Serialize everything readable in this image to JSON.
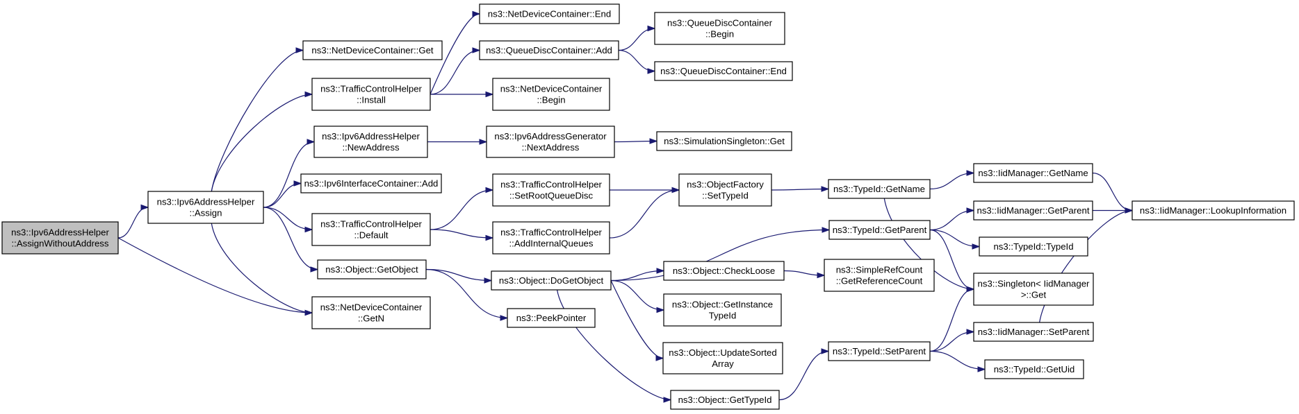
{
  "colors": {
    "edge": "#191970",
    "root_fill": "#bfbfbf",
    "node_fill": "#ffffff",
    "node_border": "#000000"
  },
  "nodes": [
    {
      "id": "root",
      "lines": [
        "ns3::Ipv6AddressHelper",
        "::AssignWithoutAddress"
      ],
      "root": true
    },
    {
      "id": "assign",
      "lines": [
        "ns3::Ipv6AddressHelper",
        "::Assign"
      ]
    },
    {
      "id": "ndc_get",
      "lines": [
        "ns3::NetDeviceContainer::Get"
      ]
    },
    {
      "id": "tch_install",
      "lines": [
        "ns3::TrafficControlHelper",
        "::Install"
      ]
    },
    {
      "id": "ndc_getn",
      "lines": [
        "ns3::NetDeviceContainer",
        "::GetN"
      ]
    },
    {
      "id": "ndc_end",
      "lines": [
        "ns3::NetDeviceContainer::End"
      ]
    },
    {
      "id": "qdc_add",
      "lines": [
        "ns3::QueueDiscContainer::Add"
      ]
    },
    {
      "id": "ndc_begin",
      "lines": [
        "ns3::NetDeviceContainer",
        "::Begin"
      ]
    },
    {
      "id": "qdc_begin",
      "lines": [
        "ns3::QueueDiscContainer",
        "::Begin"
      ]
    },
    {
      "id": "qdc_end",
      "lines": [
        "ns3::QueueDiscContainer::End"
      ]
    },
    {
      "id": "ipv6_newaddr",
      "lines": [
        "ns3::Ipv6AddressHelper",
        "::NewAddress"
      ]
    },
    {
      "id": "ipv6gen_next",
      "lines": [
        "ns3::Ipv6AddressGenerator",
        "::NextAddress"
      ]
    },
    {
      "id": "sim_singleton_get",
      "lines": [
        "ns3::SimulationSingleton::Get"
      ]
    },
    {
      "id": "ipv6ic_add",
      "lines": [
        "ns3::Ipv6InterfaceContainer::Add"
      ]
    },
    {
      "id": "tch_default",
      "lines": [
        "ns3::TrafficControlHelper",
        "::Default"
      ]
    },
    {
      "id": "tch_setroot",
      "lines": [
        "ns3::TrafficControlHelper",
        "::SetRootQueueDisc"
      ]
    },
    {
      "id": "tch_addinternal",
      "lines": [
        "ns3::TrafficControlHelper",
        "::AddInternalQueues"
      ]
    },
    {
      "id": "objfactory_settypeid",
      "lines": [
        "ns3::ObjectFactory",
        "::SetTypeId"
      ]
    },
    {
      "id": "typeid_getname",
      "lines": [
        "ns3::TypeId::GetName"
      ]
    },
    {
      "id": "iid_getname",
      "lines": [
        "ns3::IidManager::GetName"
      ]
    },
    {
      "id": "iid_lookup",
      "lines": [
        "ns3::IidManager::LookupInformation"
      ]
    },
    {
      "id": "obj_getobject",
      "lines": [
        "ns3::Object::GetObject"
      ]
    },
    {
      "id": "obj_dogetobject",
      "lines": [
        "ns3::Object::DoGetObject"
      ]
    },
    {
      "id": "peekpointer",
      "lines": [
        "ns3::PeekPointer"
      ]
    },
    {
      "id": "typeid_getparent",
      "lines": [
        "ns3::TypeId::GetParent"
      ]
    },
    {
      "id": "iid_getparent",
      "lines": [
        "ns3::IidManager::GetParent"
      ]
    },
    {
      "id": "typeid_typeid",
      "lines": [
        "ns3::TypeId::TypeId"
      ]
    },
    {
      "id": "obj_checkloose",
      "lines": [
        "ns3::Object::CheckLoose"
      ]
    },
    {
      "id": "simplerefcount",
      "lines": [
        "ns3::SimpleRefCount",
        "::GetReferenceCount"
      ]
    },
    {
      "id": "singleton_get",
      "lines": [
        "ns3::Singleton< IidManager",
        ">::Get"
      ]
    },
    {
      "id": "obj_getinstancetypeid",
      "lines": [
        "ns3::Object::GetInstance",
        "TypeId"
      ]
    },
    {
      "id": "obj_updatesorted",
      "lines": [
        "ns3::Object::UpdateSorted",
        "Array"
      ]
    },
    {
      "id": "obj_gettypeid",
      "lines": [
        "ns3::Object::GetTypeId"
      ]
    },
    {
      "id": "typeid_setparent",
      "lines": [
        "ns3::TypeId::SetParent"
      ]
    },
    {
      "id": "iid_setparent",
      "lines": [
        "ns3::IidManager::SetParent"
      ]
    },
    {
      "id": "typeid_getuid",
      "lines": [
        "ns3::TypeId::GetUid"
      ]
    }
  ],
  "edges": [
    [
      "root",
      "assign"
    ],
    [
      "root",
      "ndc_getn"
    ],
    [
      "assign",
      "ndc_get"
    ],
    [
      "assign",
      "tch_install"
    ],
    [
      "assign",
      "ipv6_newaddr"
    ],
    [
      "assign",
      "ipv6ic_add"
    ],
    [
      "assign",
      "tch_default"
    ],
    [
      "assign",
      "obj_getobject"
    ],
    [
      "assign",
      "ndc_getn"
    ],
    [
      "tch_install",
      "ndc_end"
    ],
    [
      "tch_install",
      "qdc_add"
    ],
    [
      "tch_install",
      "ndc_begin"
    ],
    [
      "qdc_add",
      "qdc_begin"
    ],
    [
      "qdc_add",
      "qdc_end"
    ],
    [
      "ipv6_newaddr",
      "ipv6gen_next"
    ],
    [
      "ipv6gen_next",
      "sim_singleton_get"
    ],
    [
      "tch_default",
      "tch_setroot"
    ],
    [
      "tch_default",
      "tch_addinternal"
    ],
    [
      "tch_setroot",
      "objfactory_settypeid"
    ],
    [
      "tch_addinternal",
      "objfactory_settypeid"
    ],
    [
      "objfactory_settypeid",
      "typeid_getname"
    ],
    [
      "typeid_getname",
      "iid_getname"
    ],
    [
      "typeid_getname",
      "singleton_get"
    ],
    [
      "iid_getname",
      "iid_lookup"
    ],
    [
      "iid_getparent",
      "iid_lookup"
    ],
    [
      "iid_setparent",
      "iid_lookup"
    ],
    [
      "obj_getobject",
      "obj_dogetobject"
    ],
    [
      "obj_getobject",
      "peekpointer"
    ],
    [
      "obj_dogetobject",
      "typeid_getparent"
    ],
    [
      "obj_dogetobject",
      "obj_checkloose"
    ],
    [
      "obj_dogetobject",
      "obj_getinstancetypeid"
    ],
    [
      "obj_dogetobject",
      "obj_updatesorted"
    ],
    [
      "obj_dogetobject",
      "obj_gettypeid"
    ],
    [
      "typeid_getparent",
      "iid_getparent"
    ],
    [
      "typeid_getparent",
      "typeid_typeid"
    ],
    [
      "typeid_getparent",
      "singleton_get"
    ],
    [
      "obj_checkloose",
      "simplerefcount"
    ],
    [
      "obj_gettypeid",
      "typeid_setparent"
    ],
    [
      "typeid_setparent",
      "singleton_get"
    ],
    [
      "typeid_setparent",
      "iid_setparent"
    ],
    [
      "typeid_setparent",
      "typeid_getuid"
    ]
  ]
}
